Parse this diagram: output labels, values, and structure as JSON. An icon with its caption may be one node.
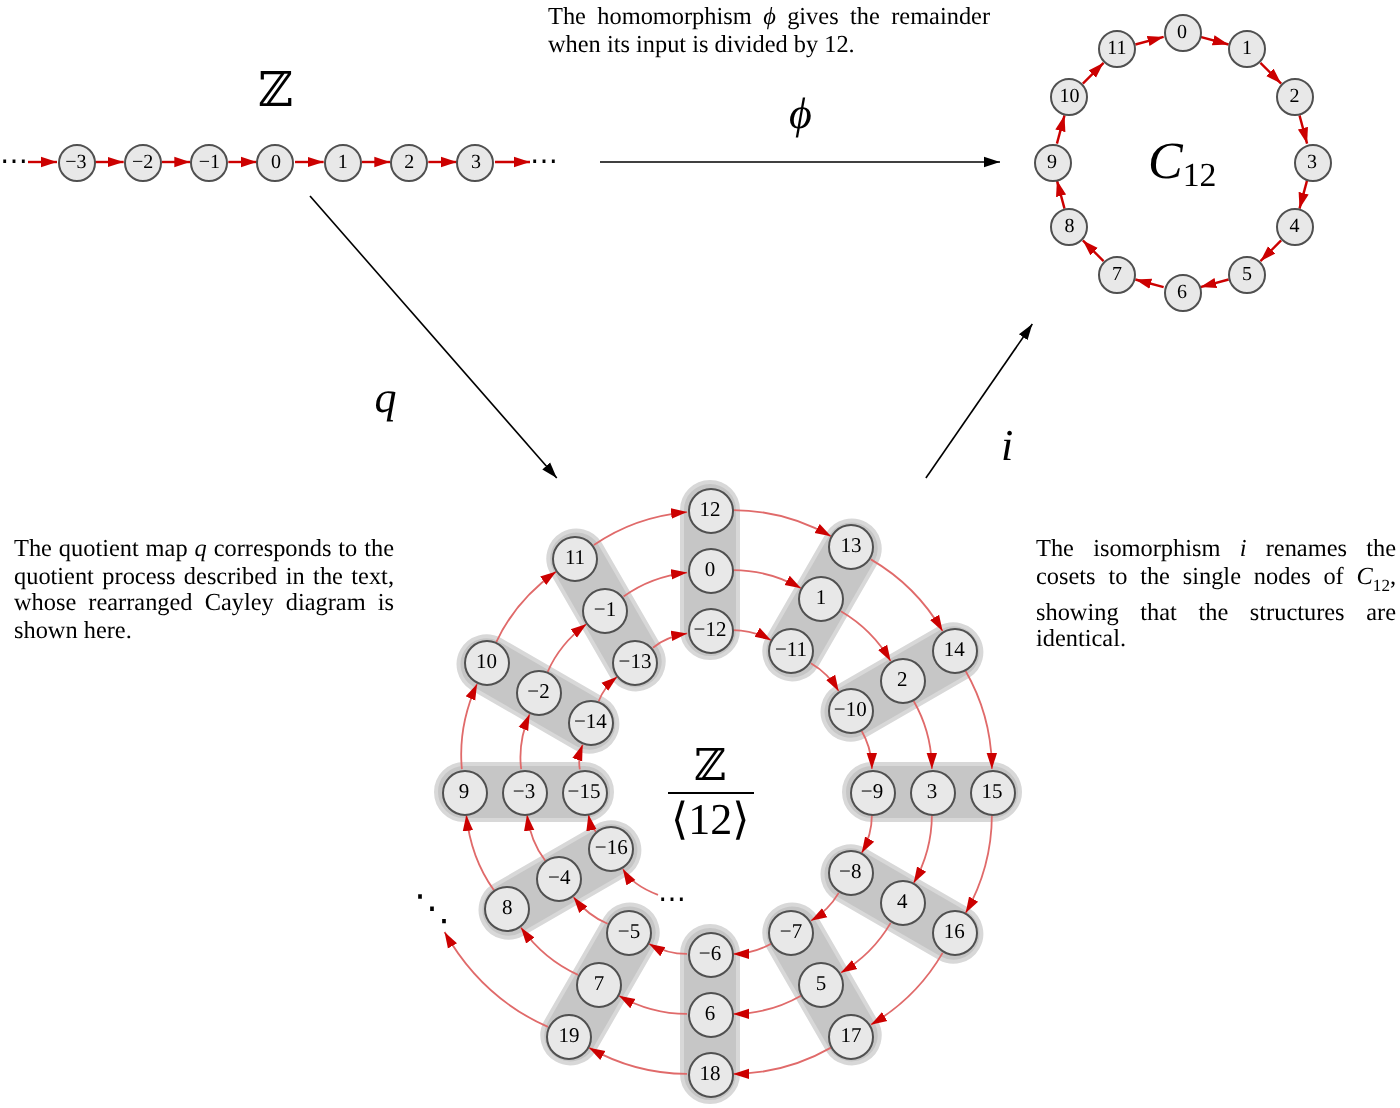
{
  "diagram": {
    "nodes": [
      {
        "text": [
          "ℤ"
        ]
      },
      {
        "text": [
          "⋯"
        ],
        "in": 0
      },
      {
        "text": [
          "−3"
        ],
        "in": 0
      },
      {
        "text": [
          "−2"
        ],
        "in": 0
      },
      {
        "text": [
          "−1"
        ],
        "in": 0
      },
      {
        "text": [
          "0"
        ],
        "in": 0
      },
      {
        "text": [
          "1"
        ],
        "in": 0
      },
      {
        "text": [
          "2"
        ],
        "in": 0
      },
      {
        "text": [
          "3"
        ],
        "in": 0
      },
      {
        "text": [
          "⋯"
        ],
        "in": 0
      },
      {
        "text": [
          "*C*$_{12}$"
        ]
      },
      {
        "text": [
          "0"
        ],
        "in": 10
      },
      {
        "text": [
          "1"
        ],
        "in": 10
      },
      {
        "text": [
          "2"
        ],
        "in": 10
      },
      {
        "text": [
          "3"
        ],
        "in": 10
      },
      {
        "text": [
          "4"
        ],
        "in": 10
      },
      {
        "text": [
          "5"
        ],
        "in": 10
      },
      {
        "text": [
          "6"
        ],
        "in": 10
      },
      {
        "text": [
          "7"
        ],
        "in": 10
      },
      {
        "text": [
          "8"
        ],
        "in": 10
      },
      {
        "text": [
          "9"
        ],
        "in": 10
      },
      {
        "text": [
          "10"
        ],
        "in": 10
      },
      {
        "text": [
          "11"
        ],
        "in": 10
      },
      {
        "text": [
          "ℤ ⟨12⟩"
        ]
      },
      {
        "text": [],
        "shape": "band",
        "in": 23
      },
      {
        "text": [
          "12"
        ],
        "in": 24
      },
      {
        "text": [
          "0"
        ],
        "in": 24
      },
      {
        "text": [
          "−12"
        ],
        "in": 24
      },
      {
        "text": [],
        "shape": "band",
        "in": 23
      },
      {
        "text": [
          "13"
        ],
        "in": 28
      },
      {
        "text": [
          "1"
        ],
        "in": 28
      },
      {
        "text": [
          "−11"
        ],
        "in": 28
      },
      {
        "text": [],
        "shape": "band",
        "in": 23
      },
      {
        "text": [
          "14"
        ],
        "in": 32
      },
      {
        "text": [
          "2"
        ],
        "in": 32
      },
      {
        "text": [
          "−10"
        ],
        "in": 32
      },
      {
        "text": [],
        "shape": "band",
        "in": 23
      },
      {
        "text": [
          "15"
        ],
        "in": 36
      },
      {
        "text": [
          "3"
        ],
        "in": 36
      },
      {
        "text": [
          "−9"
        ],
        "in": 36
      },
      {
        "text": [],
        "shape": "band",
        "in": 23
      },
      {
        "text": [
          "16"
        ],
        "in": 40
      },
      {
        "text": [
          "4"
        ],
        "in": 40
      },
      {
        "text": [
          "−8"
        ],
        "in": 40
      },
      {
        "text": [],
        "shape": "band",
        "in": 23
      },
      {
        "text": [
          "17"
        ],
        "in": 44
      },
      {
        "text": [
          "5"
        ],
        "in": 44
      },
      {
        "text": [
          "−7"
        ],
        "in": 44
      },
      {
        "text": [],
        "shape": "band",
        "in": 23
      },
      {
        "text": [
          "18"
        ],
        "in": 48
      },
      {
        "text": [
          "6"
        ],
        "in": 48
      },
      {
        "text": [
          "−6"
        ],
        "in": 48
      },
      {
        "text": [],
        "shape": "band",
        "in": 23
      },
      {
        "text": [
          "19"
        ],
        "in": 52
      },
      {
        "text": [
          "7"
        ],
        "in": 52
      },
      {
        "text": [
          "−5"
        ],
        "in": 52
      },
      {
        "text": [],
        "shape": "band",
        "in": 23
      },
      {
        "text": [
          "8"
        ],
        "in": 56
      },
      {
        "text": [
          "−4"
        ],
        "in": 56
      },
      {
        "text": [
          "−16"
        ],
        "in": 56
      },
      {
        "text": [],
        "shape": "band",
        "in": 23
      },
      {
        "text": [
          "9"
        ],
        "in": 60
      },
      {
        "text": [
          "−3"
        ],
        "in": 60
      },
      {
        "text": [
          "−15"
        ],
        "in": 60
      },
      {
        "text": [],
        "shape": "band",
        "in": 23
      },
      {
        "text": [
          "10"
        ],
        "in": 64
      },
      {
        "text": [
          "−2"
        ],
        "in": 64
      },
      {
        "text": [
          "−14"
        ],
        "in": 64
      },
      {
        "text": [],
        "shape": "band",
        "in": 23
      },
      {
        "text": [
          "11"
        ],
        "in": 68
      },
      {
        "text": [
          "−1"
        ],
        "in": 68
      },
      {
        "text": [
          "−13"
        ],
        "in": 68
      },
      {
        "text": [
          "⋯"
        ],
        "in": 23
      },
      {
        "text": [
          "⋱"
        ],
        "in": 23
      }
    ],
    "edges": [
      {
        "from": 1,
        "to": 2,
        "arrow": "to",
        "color": "#cc0000"
      },
      {
        "from": 2,
        "to": 3,
        "arrow": "to",
        "color": "#cc0000"
      },
      {
        "from": 3,
        "to": 4,
        "arrow": "to",
        "color": "#cc0000"
      },
      {
        "from": 4,
        "to": 5,
        "arrow": "to",
        "color": "#cc0000"
      },
      {
        "from": 5,
        "to": 6,
        "arrow": "to",
        "color": "#cc0000"
      },
      {
        "from": 6,
        "to": 7,
        "arrow": "to",
        "color": "#cc0000"
      },
      {
        "from": 7,
        "to": 8,
        "arrow": "to",
        "color": "#cc0000"
      },
      {
        "from": 8,
        "to": 9,
        "arrow": "to",
        "color": "#cc0000"
      },
      {
        "from": 11,
        "to": 12,
        "arrow": "to",
        "color": "#cc0000"
      },
      {
        "from": 12,
        "to": 13,
        "arrow": "to",
        "color": "#cc0000"
      },
      {
        "from": 13,
        "to": 14,
        "arrow": "to",
        "color": "#cc0000"
      },
      {
        "from": 14,
        "to": 15,
        "arrow": "to",
        "color": "#cc0000"
      },
      {
        "from": 15,
        "to": 16,
        "arrow": "to",
        "color": "#cc0000"
      },
      {
        "from": 16,
        "to": 17,
        "arrow": "to",
        "color": "#cc0000"
      },
      {
        "from": 17,
        "to": 18,
        "arrow": "to",
        "color": "#cc0000"
      },
      {
        "from": 18,
        "to": 19,
        "arrow": "to",
        "color": "#cc0000"
      },
      {
        "from": 19,
        "to": 20,
        "arrow": "to",
        "color": "#cc0000"
      },
      {
        "from": 20,
        "to": 21,
        "arrow": "to",
        "color": "#cc0000"
      },
      {
        "from": 21,
        "to": 22,
        "arrow": "to",
        "color": "#cc0000"
      },
      {
        "from": 22,
        "to": 11,
        "arrow": "to",
        "color": "#cc0000"
      },
      {
        "from": 72,
        "to": 59,
        "arrow": "to"
      },
      {
        "from": 59,
        "to": 63,
        "arrow": "to"
      },
      {
        "from": 63,
        "to": 67,
        "arrow": "to"
      },
      {
        "from": 67,
        "to": 71,
        "arrow": "to"
      },
      {
        "from": 71,
        "to": 27,
        "arrow": "to"
      },
      {
        "from": 27,
        "to": 31,
        "arrow": "to"
      },
      {
        "from": 31,
        "to": 35,
        "arrow": "to"
      },
      {
        "from": 35,
        "to": 39,
        "arrow": "to"
      },
      {
        "from": 39,
        "to": 43,
        "arrow": "to"
      },
      {
        "from": 43,
        "to": 47,
        "arrow": "to"
      },
      {
        "from": 47,
        "to": 51,
        "arrow": "to"
      },
      {
        "from": 51,
        "to": 55,
        "arrow": "to"
      },
      {
        "from": 55,
        "to": 58,
        "arrow": "to"
      },
      {
        "from": 58,
        "to": 62,
        "arrow": "to"
      },
      {
        "from": 62,
        "to": 66,
        "arrow": "to"
      },
      {
        "from": 66,
        "to": 70,
        "arrow": "to"
      },
      {
        "from": 70,
        "to": 26,
        "arrow": "to"
      },
      {
        "from": 26,
        "to": 30,
        "arrow": "to"
      },
      {
        "from": 30,
        "to": 34,
        "arrow": "to"
      },
      {
        "from": 34,
        "to": 38,
        "arrow": "to"
      },
      {
        "from": 38,
        "to": 42,
        "arrow": "to"
      },
      {
        "from": 42,
        "to": 46,
        "arrow": "to"
      },
      {
        "from": 46,
        "to": 50,
        "arrow": "to"
      },
      {
        "from": 50,
        "to": 54,
        "arrow": "to"
      },
      {
        "from": 54,
        "to": 57,
        "arrow": "to"
      },
      {
        "from": 57,
        "to": 61,
        "arrow": "to"
      },
      {
        "from": 61,
        "to": 65,
        "arrow": "to"
      },
      {
        "from": 65,
        "to": 69,
        "arrow": "to"
      },
      {
        "from": 69,
        "to": 25,
        "arrow": "to"
      },
      {
        "from": 25,
        "to": 29,
        "arrow": "to"
      },
      {
        "from": 29,
        "to": 33,
        "arrow": "to"
      },
      {
        "from": 33,
        "to": 37,
        "arrow": "to"
      },
      {
        "from": 37,
        "to": 41,
        "arrow": "to"
      },
      {
        "from": 41,
        "to": 45,
        "arrow": "to"
      },
      {
        "from": 45,
        "to": 49,
        "arrow": "to"
      },
      {
        "from": 49,
        "to": 53,
        "arrow": "to"
      },
      {
        "from": 53,
        "to": 73,
        "arrow": "to"
      },
      {
        "from": 0,
        "to": 10,
        "arrow": "to",
        "label": "ϕ",
        "color": "#000000"
      },
      {
        "from": 0,
        "to": 23,
        "arrow": "to",
        "label": "q",
        "color": "#000000"
      },
      {
        "from": 23,
        "to": 10,
        "arrow": "to",
        "label": "i",
        "color": "#000000"
      }
    ],
    "labels": [
      "The homomorphism *ϕ* gives the remainder when its input is divided by 12.",
      "The quotient map *q* corresponds to the quotient process described in the text, whose rearranged Cayley diagram is shown here.",
      "The isomorphism *i* renames the cosets to the single nodes of *C*$_{12}$, showing that the structures are identical."
    ]
  }
}
